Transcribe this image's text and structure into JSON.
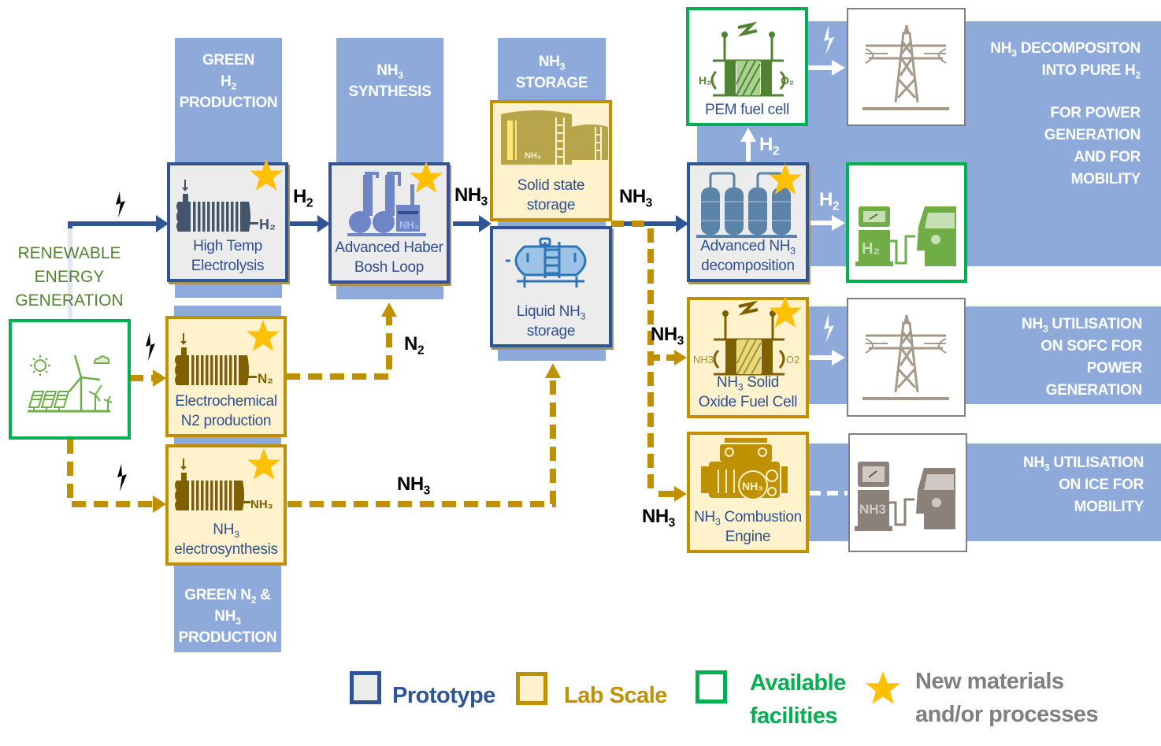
{
  "columns": {
    "green_h2": {
      "line1": "GREEN",
      "line2_main": "H",
      "line2_sub": "2",
      "line3": "PRODUCTION"
    },
    "nh3_synthesis": {
      "line1_main": "NH",
      "line1_sub": "3",
      "line2": "SYNTHESIS"
    },
    "nh3_storage": {
      "line1_main": "NH",
      "line1_sub": "3",
      "line2": "STORAGE"
    },
    "green_n2_nh3": {
      "line1_a": "GREEN N",
      "line1_sub": "2",
      "line1_b": " &",
      "line2_main": "NH",
      "line2_sub": "3",
      "line3": "PRODUCTION"
    }
  },
  "right_bands": {
    "decomposition": {
      "line1_main": "NH",
      "line1_sub": "3",
      "line1_rest": " DECOMPOSITON",
      "line2_main": "INTO PURE H",
      "line2_sub": "2",
      "line3": "FOR POWER",
      "line4": "GENERATION",
      "line5": "AND FOR",
      "line6": "MOBILITY"
    },
    "sofc": {
      "line1_main": "NH",
      "line1_sub": "3",
      "line1_rest": " UTILISATION",
      "line2": "ON SOFC FOR",
      "line3": "POWER",
      "line4": "GENERATION"
    },
    "ice": {
      "line1_main": "NH",
      "line1_sub": "3",
      "line1_rest": " UTILISATION",
      "line2": "ON ICE FOR",
      "line3": "MOBILITY"
    }
  },
  "renewable": {
    "line1": "RENEWABLE",
    "line2": "ENERGY",
    "line3": "GENERATION",
    "icon": "solar-wind-icon"
  },
  "nodes": {
    "high_temp_electrolysis": {
      "line1": "High Temp",
      "line2": "Electrolysis",
      "icon_tag": "H₂",
      "scale": "Prototype",
      "new": true
    },
    "electrochemical_n2": {
      "line1": "Electrochemical",
      "line2": "N2 production",
      "icon_tag": "N₂",
      "scale": "Lab Scale",
      "new": true
    },
    "nh3_electrosynthesis": {
      "line1_main": "NH",
      "line1_sub": "3",
      "line2": "electrosynthesis",
      "icon_tag": "NH₃",
      "scale": "Lab Scale",
      "new": true
    },
    "haber_bosch": {
      "line1": "Advanced Haber",
      "line2": "Bosh Loop",
      "icon_tag": "NH₃",
      "scale": "Prototype",
      "new": true
    },
    "solid_state_storage": {
      "line1": "Solid state",
      "line2": "storage",
      "icon_tag": "NH₃",
      "scale": "Lab Scale",
      "new": false
    },
    "liquid_storage": {
      "line1_main": "Liquid NH",
      "line1_sub": "3",
      "line2": "storage",
      "scale": "Prototype",
      "new": false
    },
    "pem_fuel_cell": {
      "line1": "PEM fuel cell",
      "left_tag": "H₂",
      "right_tag": "O₂",
      "scale": "Available facilities",
      "new": false
    },
    "nh3_decomposition": {
      "line1_main": "Advanced NH",
      "line1_sub": "3",
      "line2": "decomposition",
      "scale": "Prototype",
      "new": true
    },
    "sofc": {
      "line1_main": "NH",
      "line1_sub": "3",
      "line1_rest": " Solid",
      "line2": "Oxide Fuel Cell",
      "left_tag": "NH3",
      "right_tag": "O2",
      "scale": "Lab Scale",
      "new": true
    },
    "combustion_engine": {
      "line1_main": "NH",
      "line1_sub": "3",
      "line1_rest": " Combustion",
      "line2": "Engine",
      "icon_tag": "NH₃",
      "scale": "Lab Scale",
      "new": false
    },
    "h2_refuel": {
      "icon_tag": "H₂",
      "scale": "Available facilities"
    },
    "nh3_refuel": {
      "icon_tag": "NH3"
    },
    "power_grid_1": {
      "icon": "power-pylon-icon"
    },
    "power_grid_2": {
      "icon": "power-pylon-icon"
    }
  },
  "flows": {
    "h2_to_synthesis": {
      "main": "H",
      "sub": "2"
    },
    "nh3_to_storage": {
      "main": "NH",
      "sub": "3"
    },
    "nh3_to_decomposition": {
      "main": "NH",
      "sub": "3"
    },
    "n2_to_synthesis": {
      "main": "N",
      "sub": "2"
    },
    "nh3_electro_to_storage": {
      "main": "NH",
      "sub": "3"
    },
    "nh3_to_sofc": {
      "main": "NH",
      "sub": "3"
    },
    "nh3_to_engine": {
      "main": "NH",
      "sub": "3"
    },
    "h2_to_pem": {
      "main": "H",
      "sub": "2"
    },
    "h2_to_refuel": {
      "main": "H",
      "sub": "2"
    }
  },
  "legend": {
    "prototype": "Prototype",
    "lab_scale": "Lab Scale",
    "available_line1": "Available",
    "available_line2": "facilities",
    "new_line1": "New materials",
    "new_line2": "and/or processes"
  },
  "colors": {
    "prototype": "#2f5597",
    "lab_scale": "#bf9000",
    "available": "#00b050",
    "band": "#8eaadb",
    "star": "#ffc000",
    "new_text": "#7f7f7f"
  }
}
